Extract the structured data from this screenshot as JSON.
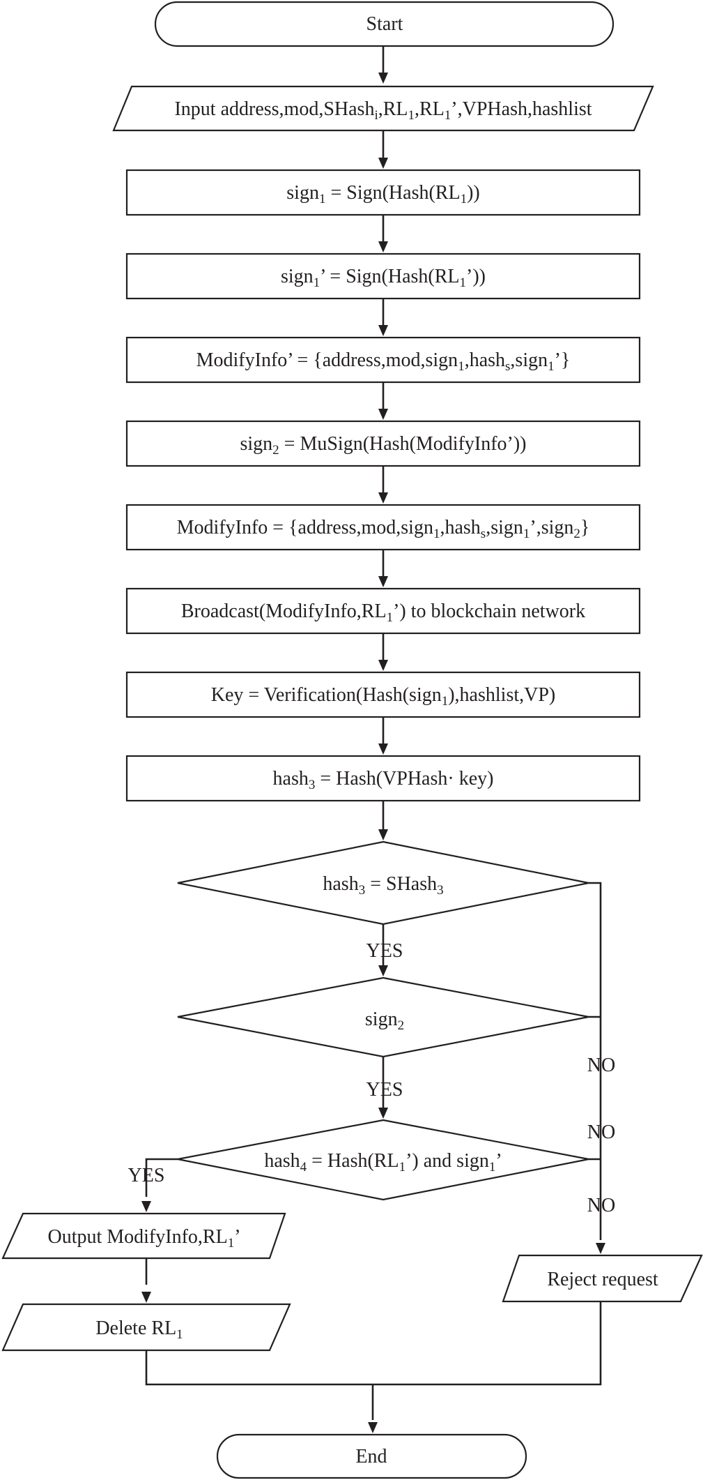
{
  "diagram": {
    "title": "",
    "nodes": [
      {
        "id": "start",
        "shape": "terminal",
        "segments": [
          {
            "t": "Start"
          }
        ]
      },
      {
        "id": "input",
        "shape": "parallelogram",
        "segments": [
          {
            "t": "Input address,mod,SHash"
          },
          {
            "t": "i",
            "sub": true
          },
          {
            "t": ",RL"
          },
          {
            "t": "1",
            "sub": true
          },
          {
            "t": ",RL"
          },
          {
            "t": "1",
            "sub": true
          },
          {
            "t": "’,VPHash,hashlist"
          }
        ]
      },
      {
        "id": "sign1",
        "shape": "process",
        "segments": [
          {
            "t": "sign"
          },
          {
            "t": "1",
            "sub": true
          },
          {
            "t": " = Sign(Hash(RL"
          },
          {
            "t": "1",
            "sub": true
          },
          {
            "t": "))"
          }
        ]
      },
      {
        "id": "sign1p",
        "shape": "process",
        "segments": [
          {
            "t": "sign"
          },
          {
            "t": "1",
            "sub": true
          },
          {
            "t": "’ = Sign(Hash(RL"
          },
          {
            "t": "1",
            "sub": true
          },
          {
            "t": "’))"
          }
        ]
      },
      {
        "id": "modinfop",
        "shape": "process",
        "segments": [
          {
            "t": "ModifyInfo’ = {address,mod,sign"
          },
          {
            "t": "1",
            "sub": true
          },
          {
            "t": ",hash"
          },
          {
            "t": "s",
            "sub": true
          },
          {
            "t": ",sign"
          },
          {
            "t": "1",
            "sub": true
          },
          {
            "t": "’}"
          }
        ]
      },
      {
        "id": "sign2",
        "shape": "process",
        "segments": [
          {
            "t": "sign"
          },
          {
            "t": "2",
            "sub": true
          },
          {
            "t": " = MuSign(Hash(ModifyInfo’))"
          }
        ]
      },
      {
        "id": "modinfo",
        "shape": "process",
        "segments": [
          {
            "t": "ModifyInfo = {address,mod,sign"
          },
          {
            "t": "1",
            "sub": true
          },
          {
            "t": ",hash"
          },
          {
            "t": "s",
            "sub": true
          },
          {
            "t": ",sign"
          },
          {
            "t": "1",
            "sub": true
          },
          {
            "t": "’,sign"
          },
          {
            "t": "2",
            "sub": true
          },
          {
            "t": "}"
          }
        ]
      },
      {
        "id": "broadcast",
        "shape": "process",
        "segments": [
          {
            "t": "Broadcast(ModifyInfo,RL"
          },
          {
            "t": "1",
            "sub": true
          },
          {
            "t": "’) to blockchain network"
          }
        ]
      },
      {
        "id": "key",
        "shape": "process",
        "segments": [
          {
            "t": "Key = Verification(Hash(sign"
          },
          {
            "t": "1",
            "sub": true
          },
          {
            "t": "),hashlist,VP)"
          }
        ]
      },
      {
        "id": "hash3",
        "shape": "process",
        "segments": [
          {
            "t": "hash"
          },
          {
            "t": "3",
            "sub": true
          },
          {
            "t": " = Hash(VPHash· key)"
          }
        ]
      },
      {
        "id": "dec1",
        "shape": "decision",
        "segments": [
          {
            "t": "hash"
          },
          {
            "t": "3",
            "sub": true
          },
          {
            "t": " = SHash"
          },
          {
            "t": "3",
            "sub": true
          }
        ]
      },
      {
        "id": "dec2",
        "shape": "decision",
        "segments": [
          {
            "t": "sign"
          },
          {
            "t": "2",
            "sub": true
          }
        ]
      },
      {
        "id": "dec3",
        "shape": "decision",
        "segments": [
          {
            "t": "hash"
          },
          {
            "t": "4",
            "sub": true
          },
          {
            "t": " = Hash(RL"
          },
          {
            "t": "1",
            "sub": true
          },
          {
            "t": "’) and sign"
          },
          {
            "t": "1",
            "sub": true
          },
          {
            "t": "’"
          }
        ]
      },
      {
        "id": "output",
        "shape": "parallelogram",
        "segments": [
          {
            "t": "Output ModifyInfo,RL"
          },
          {
            "t": "1",
            "sub": true
          },
          {
            "t": "’"
          }
        ]
      },
      {
        "id": "delete",
        "shape": "parallelogram",
        "segments": [
          {
            "t": "Delete RL"
          },
          {
            "t": "1",
            "sub": true
          }
        ]
      },
      {
        "id": "reject",
        "shape": "parallelogram",
        "segments": [
          {
            "t": "Reject request"
          }
        ]
      },
      {
        "id": "end",
        "shape": "terminal",
        "segments": [
          {
            "t": "End"
          }
        ]
      }
    ],
    "edge_labels": {
      "yes_1": "YES",
      "yes_2": "YES",
      "yes_3": "YES",
      "no_1": "NO",
      "no_2": "NO",
      "no_3": "NO"
    }
  }
}
